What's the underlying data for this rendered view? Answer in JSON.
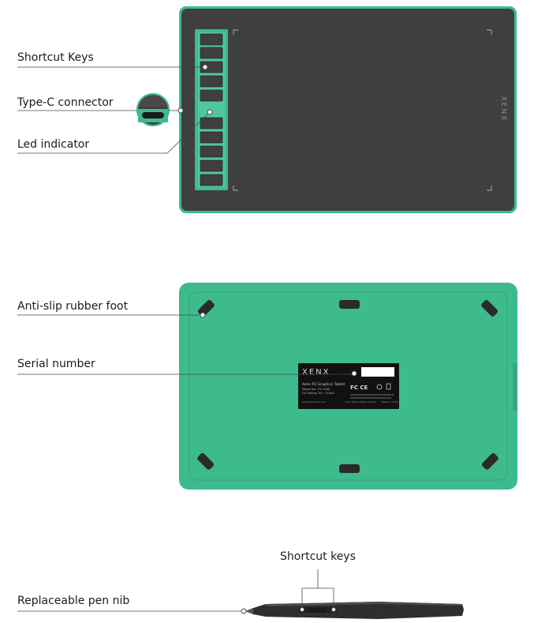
{
  "callouts": {
    "shortcut_keys": "Shortcut Keys",
    "type_c_connector": "Type-C connector",
    "led_indicator": "Led indicator",
    "anti_slip_foot": "Anti-slip rubber foot",
    "serial_number": "Serial number",
    "pen_shortcut_keys": "Shortcut keys",
    "pen_nib": "Replaceable pen nib"
  },
  "tablet_front": {
    "brand_logo": "XENX"
  },
  "tablet_back_label": {
    "brand_logo": "XENX",
    "product_name": "Xenx P3 Graphics Tablet",
    "model_no": "Model No.: P3-1060",
    "dc_rating": "DC Rating: 5V ⎓ 50mA",
    "cert_marks": "FC CE",
    "website": "www.xenx-tech.com",
    "company": "Xenx Technologies Limited",
    "origin": "Made in China"
  },
  "colors": {
    "tablet_green": "#3dbb8d",
    "tablet_dark": "#3d3d3d",
    "pen_dark": "#2e2e2e"
  }
}
